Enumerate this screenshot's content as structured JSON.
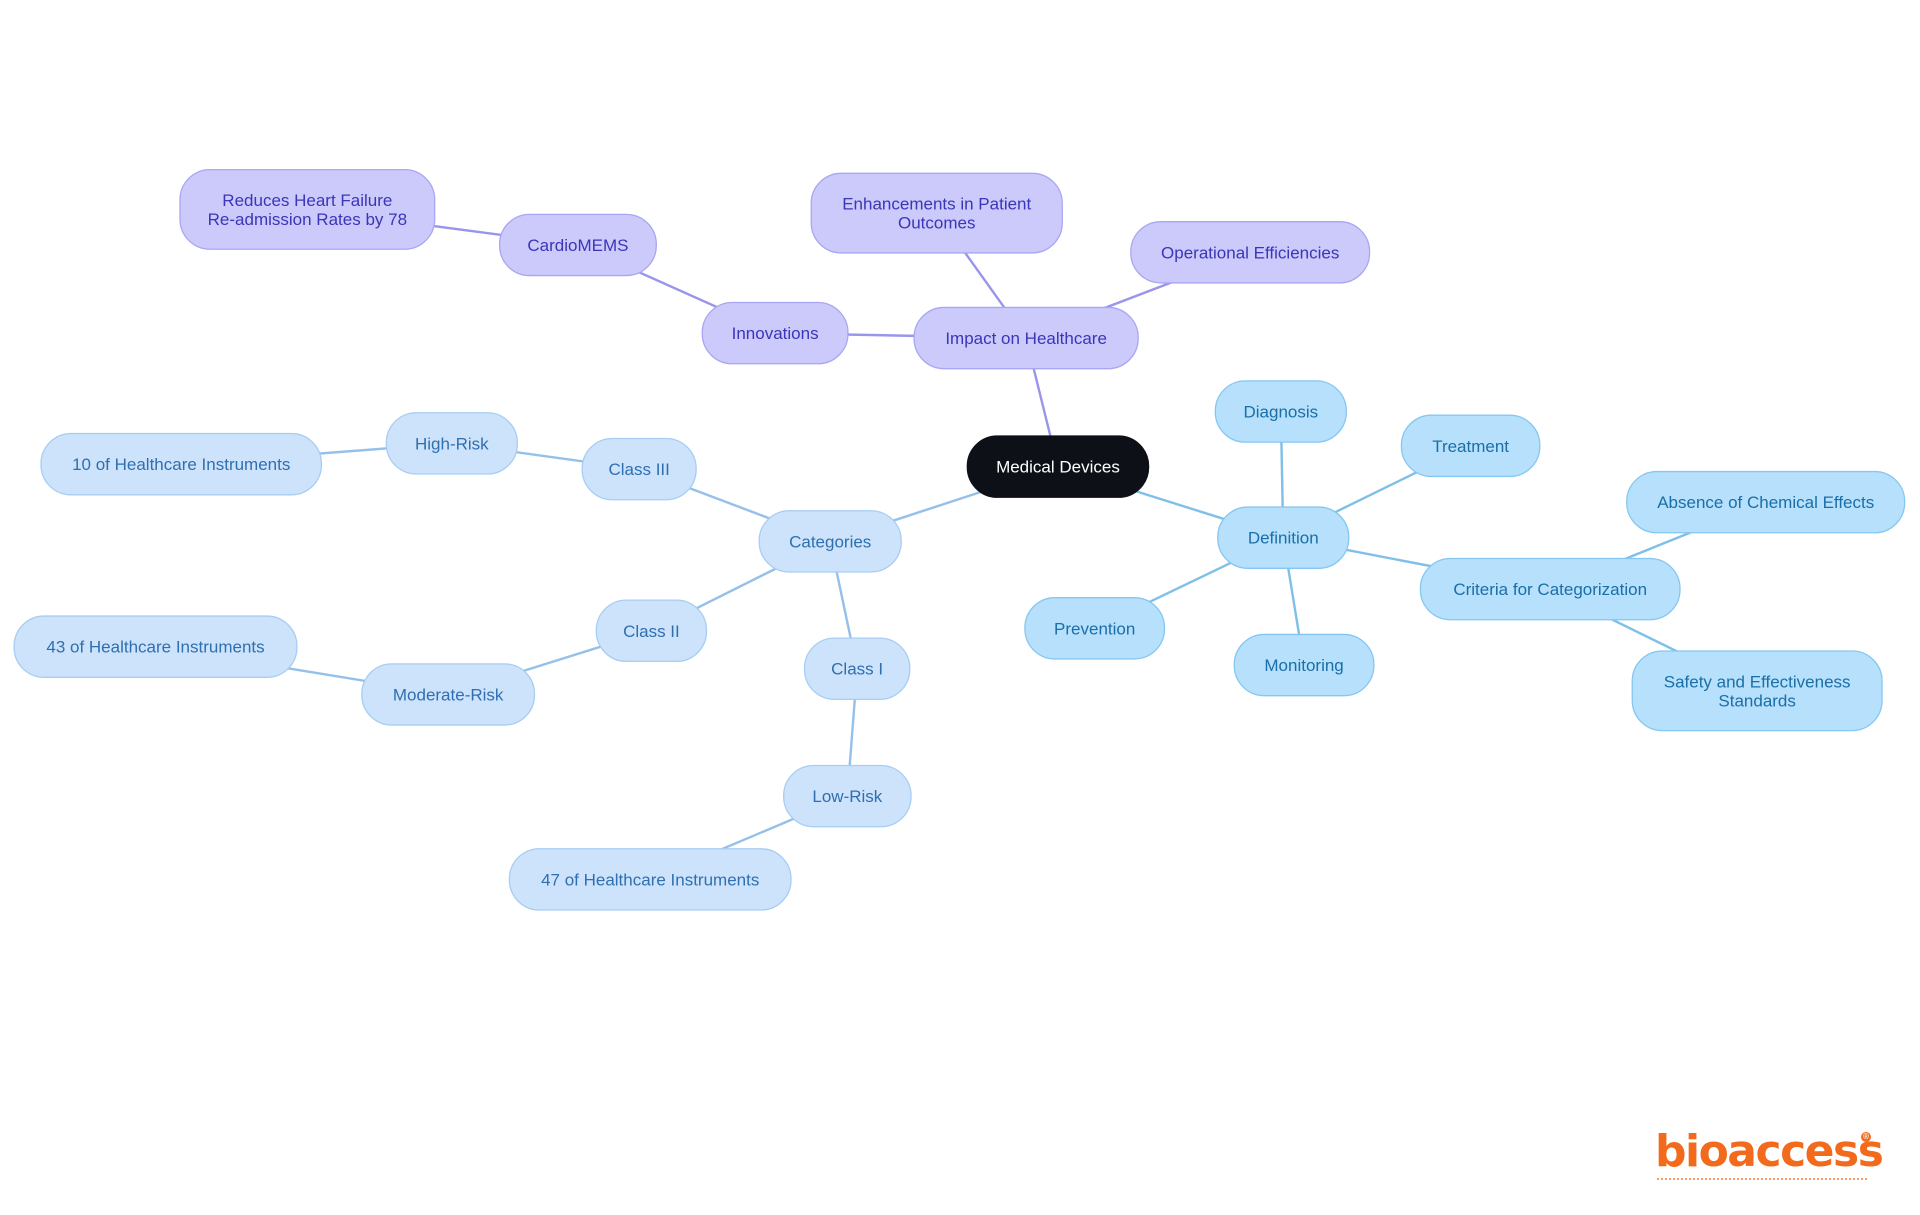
{
  "diagram": {
    "type": "mindmap",
    "root": {
      "id": "root",
      "label": "Medical Devices"
    },
    "nodes": [
      {
        "id": "impact",
        "label": "Impact on Healthcare",
        "parent": "root",
        "branch": "purple"
      },
      {
        "id": "innovations",
        "label": "Innovations",
        "parent": "impact",
        "branch": "purple"
      },
      {
        "id": "cardiomems",
        "label": "CardioMEMS",
        "parent": "innovations",
        "branch": "purple"
      },
      {
        "id": "reduces",
        "label": "Reduces Heart Failure\nRe-admission Rates by 78",
        "parent": "cardiomems",
        "branch": "purple"
      },
      {
        "id": "enhancements",
        "label": "Enhancements in Patient\nOutcomes",
        "parent": "impact",
        "branch": "purple"
      },
      {
        "id": "operational",
        "label": "Operational Efficiencies",
        "parent": "impact",
        "branch": "purple"
      },
      {
        "id": "definition",
        "label": "Definition",
        "parent": "root",
        "branch": "sky"
      },
      {
        "id": "diagnosis",
        "label": "Diagnosis",
        "parent": "definition",
        "branch": "sky"
      },
      {
        "id": "treatment",
        "label": "Treatment",
        "parent": "definition",
        "branch": "sky"
      },
      {
        "id": "prevention",
        "label": "Prevention",
        "parent": "definition",
        "branch": "sky"
      },
      {
        "id": "monitoring",
        "label": "Monitoring",
        "parent": "definition",
        "branch": "sky"
      },
      {
        "id": "criteria",
        "label": "Criteria for Categorization",
        "parent": "definition",
        "branch": "sky"
      },
      {
        "id": "absence",
        "label": "Absence of Chemical Effects",
        "parent": "criteria",
        "branch": "sky"
      },
      {
        "id": "safety",
        "label": "Safety and Effectiveness\nStandards",
        "parent": "criteria",
        "branch": "sky"
      },
      {
        "id": "categories",
        "label": "Categories",
        "parent": "root",
        "branch": "pale"
      },
      {
        "id": "class3",
        "label": "Class III",
        "parent": "categories",
        "branch": "pale"
      },
      {
        "id": "highrisk",
        "label": "High-Risk",
        "parent": "class3",
        "branch": "pale"
      },
      {
        "id": "pct10",
        "label": "10 of Healthcare Instruments",
        "parent": "highrisk",
        "branch": "pale"
      },
      {
        "id": "class2",
        "label": "Class II",
        "parent": "categories",
        "branch": "pale"
      },
      {
        "id": "modrisk",
        "label": "Moderate-Risk",
        "parent": "class2",
        "branch": "pale"
      },
      {
        "id": "pct43",
        "label": "43 of Healthcare Instruments",
        "parent": "modrisk",
        "branch": "pale"
      },
      {
        "id": "class1",
        "label": "Class I",
        "parent": "categories",
        "branch": "pale"
      },
      {
        "id": "lowrisk",
        "label": "Low-Risk",
        "parent": "class1",
        "branch": "pale"
      },
      {
        "id": "pct47",
        "label": "47 of Healthcare Instruments",
        "parent": "lowrisk",
        "branch": "pale"
      }
    ]
  },
  "palette": {
    "root": {
      "fill": "#0d1117",
      "stroke": "#0d1117",
      "text": "#ffffff",
      "line": "#ffffff"
    },
    "purple": {
      "fill": "#cbcafb",
      "stroke": "#a9a6f3",
      "text": "#3b35b8",
      "line": "#9995ea"
    },
    "sky": {
      "fill": "#b6e0fb",
      "stroke": "#86c7f1",
      "text": "#1a6fa8",
      "line": "#7fbfe8"
    },
    "pale": {
      "fill": "#cde3fb",
      "stroke": "#a8cdf2",
      "text": "#2f6fb0",
      "line": "#94c0ea"
    }
  },
  "logo": {
    "text": "bioaccess",
    "registered_mark": "®",
    "color": "#f26a1b"
  }
}
